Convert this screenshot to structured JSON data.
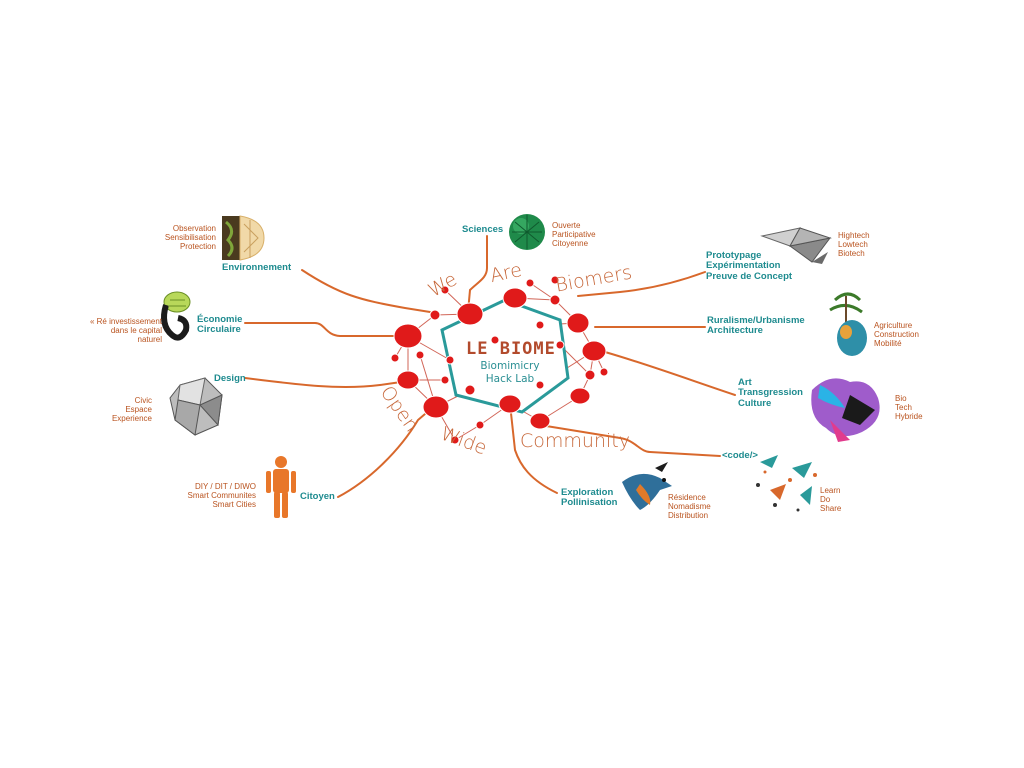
{
  "colors": {
    "node": "#e01a1a",
    "link": "#d8682c",
    "teal": "#1e8b8f",
    "rust": "#b9531f"
  },
  "center": {
    "title": "LE BIOME",
    "subtitle_line1": "Biomimicry",
    "subtitle_line2": "Hack Lab"
  },
  "ring_words": {
    "we": "We",
    "are": "Are",
    "biomers": "Biomers",
    "open": "Open",
    "wide": "Wide",
    "community": "Community"
  },
  "branches": {
    "sciences": {
      "label": "Sciences",
      "lines": [
        "Ouverte",
        "Participative",
        "Citoyenne"
      ],
      "icon": "green-sphere-icon"
    },
    "environnement": {
      "label": "Environnement",
      "lines": [
        "Observation",
        "Sensibilisation",
        "Protection"
      ],
      "icon": "leaf-icon"
    },
    "economie": {
      "label_line1": "Économie",
      "label_line2": "Circulaire",
      "lines": [
        "« Ré investissement",
        "dans le capital",
        "naturel"
      ],
      "icon": "klein-bottle-icon"
    },
    "design": {
      "label": "Design",
      "lines": [
        "Civic",
        "Espace",
        "Experience"
      ],
      "icon": "polyhedron-icon"
    },
    "citoyen": {
      "label": "Citoyen",
      "lines": [
        "DIY / DIT / DIWO",
        "Smart Communites",
        "Smart Cities"
      ],
      "icon": "human-body-icon"
    },
    "exploration": {
      "label_line1": "Exploration",
      "label_line2": "Pollinisation",
      "lines": [
        "Résidence",
        "Nomadisme",
        "Distribution"
      ],
      "icon": "kingfisher-icon"
    },
    "code": {
      "label": "<code/>",
      "lines": [
        "Learn",
        "Do",
        "Share"
      ],
      "icon": "particles-icon"
    },
    "art": {
      "label_line1": "Art",
      "label_line2": "Transgression",
      "label_line3": "Culture",
      "lines": [
        "Bio",
        "Tech",
        "Hybride"
      ],
      "icon": "paint-splash-icon"
    },
    "ruralisme": {
      "label_line1": "Ruralisme/Urbanisme",
      "label_line2": "Architecture",
      "lines": [
        "Agriculture",
        "Construction",
        "Mobilité"
      ],
      "icon": "tree-pod-icon"
    },
    "prototypage": {
      "label_line1": "Prototypage",
      "label_line2": "Expérimentation",
      "label_line3": "Preuve de Concept",
      "lines": [
        "Hightech",
        "Lowtech",
        "Biotech"
      ],
      "icon": "origami-bird-icon"
    }
  }
}
